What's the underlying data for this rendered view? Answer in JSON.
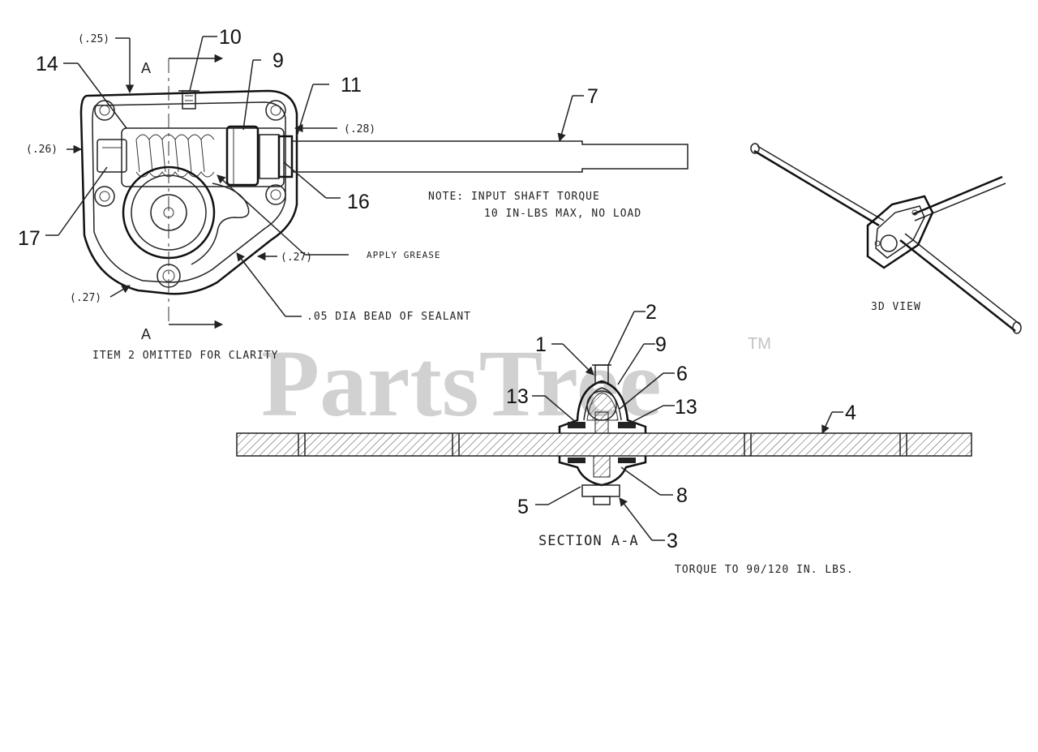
{
  "watermark": {
    "text": "PartsTree",
    "trademark": "TM"
  },
  "view_labels": {
    "section_marker_top": "A",
    "section_marker_bottom": "A",
    "omitted_note": "ITEM 2 OMITTED FOR CLARITY",
    "section_title": "SECTION A-A",
    "view_3d": "3D VIEW"
  },
  "notes": {
    "input_torque_line1": "NOTE:  INPUT SHAFT TORQUE",
    "input_torque_line2": "10 IN-LBS MAX, NO LOAD",
    "apply_grease": "APPLY GREASE",
    "sealant": ".05 DIA BEAD OF SEALANT",
    "torque_spec": "TORQUE TO 90/120 IN. LBS."
  },
  "dimensions": {
    "d025": "(.25)",
    "d026": "(.26)",
    "d027_right": "(.27)",
    "d027_left": "(.27)",
    "d028": "(.28)"
  },
  "callouts": {
    "c10": "10",
    "c9_top": "9",
    "c14": "14",
    "c11": "11",
    "c7": "7",
    "c16": "16",
    "c17": "17",
    "c2": "2",
    "c1": "1",
    "c9_sec": "9",
    "c6": "6",
    "c13_left": "13",
    "c13_right": "13",
    "c4": "4",
    "c5": "5",
    "c8": "8",
    "c3": "3"
  }
}
